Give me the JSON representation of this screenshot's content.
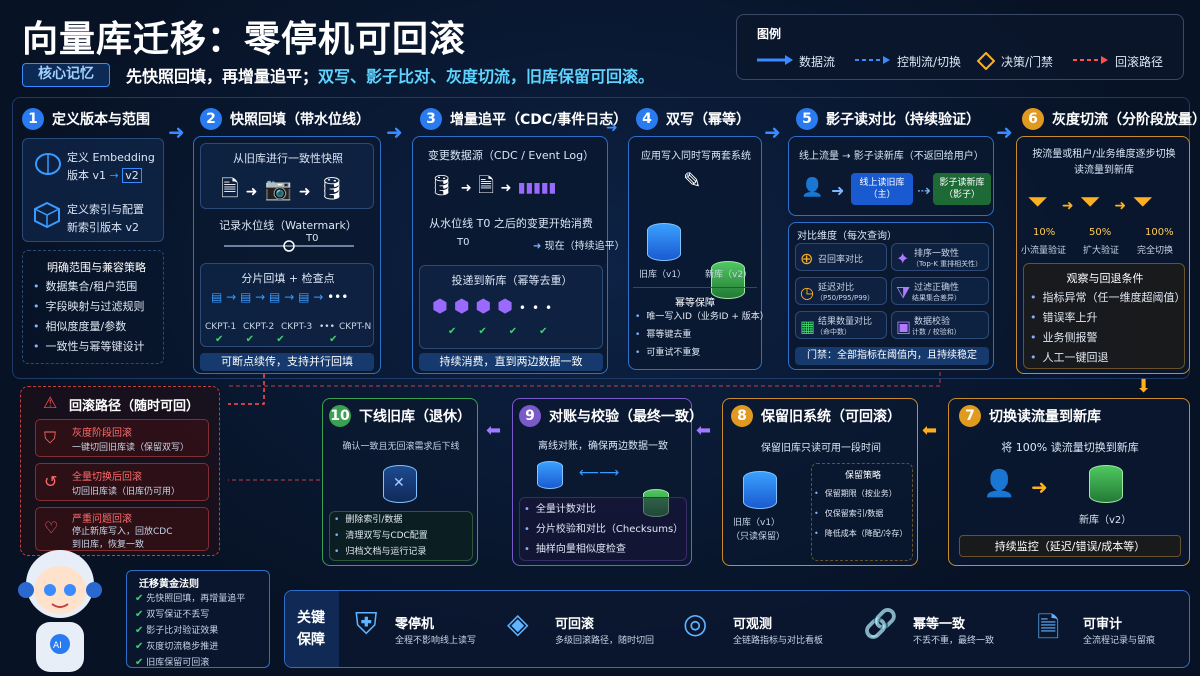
{
  "title": "向量库迁移：零停机可回滚",
  "memory": {
    "badge": "核心记忆",
    "text_a": "先快照回填，再增量追平；",
    "text_b": "双写、影子比对、灰度切流，旧库保留可回滚。"
  },
  "legend": {
    "title": "图例",
    "items": [
      "数据流",
      "控制流/切换",
      "决策/门禁",
      "回滚路径"
    ]
  },
  "step1": {
    "num": "1",
    "title": "定义版本与范围",
    "emb_a": "定义 Embedding",
    "emb_b": "版本 v1",
    "emb_c": "v2",
    "idx_a": "定义索引与配置",
    "idx_b": "新索引版本 v2",
    "scope_title": "明确范围与兼容策略",
    "scope": [
      "数据集合/租户范围",
      "字段映射与过滤规则",
      "相似度度量/参数",
      "一致性与幂等键设计"
    ]
  },
  "step2": {
    "num": "2",
    "title": "快照回填（带水位线）",
    "snap": "从旧库进行一致性快照",
    "wm": "记录水位线（Watermark）",
    "t0": "T0",
    "shard_title": "分片回填 + 检查点",
    "ckpts": [
      "CKPT-1",
      "CKPT-2",
      "CKPT-3",
      "CKPT-N"
    ],
    "dots": "•••",
    "footer": "可断点续传，支持并行回填"
  },
  "step3": {
    "num": "3",
    "title": "增量追平（CDC/事件日志）",
    "src": "变更数据源（CDC / Event Log）",
    "consume": "从水位线 T0 之后的变更开始消费",
    "t0": "T0",
    "now": "现在（持续追平）",
    "deliver": "投递到新库（幂等去重）",
    "footer": "持续消费，直到两边数据一致"
  },
  "step4": {
    "num": "4",
    "title": "双写（幂等）",
    "desc": "应用写入同时写两套系统",
    "old": "旧库（v1）",
    "new": "新库（v2）",
    "guard_title": "幂等保障",
    "guard": [
      "唯一写入ID（业务ID + 版本）",
      "幂等键去重",
      "可重试不重复"
    ]
  },
  "step5": {
    "num": "5",
    "title": "影子读对比（持续验证）",
    "flow": "线上流量 → 影子读新库（不返回给用户）",
    "main": "线上读旧库（主）",
    "shadow": "影子读新库（影子）",
    "dim_title": "对比维度（每次查询）",
    "dims": [
      {
        "a": "召回率对比",
        "b": ""
      },
      {
        "a": "排序一致性",
        "b": "（Top-K 重排相关性）"
      },
      {
        "a": "延迟对比",
        "b": "（P50/P95/P99）"
      },
      {
        "a": "过滤正确性",
        "b": "结果集合差异）"
      },
      {
        "a": "结果数量对比",
        "b": "（命中数）"
      },
      {
        "a": "数据校验",
        "b": "计数 / 校验和）"
      }
    ],
    "gate": "门禁：全部指标在阈值内，且持续稳定"
  },
  "step6": {
    "num": "6",
    "title": "灰度切流（分阶段放量）",
    "desc_a": "按流量或租户/业务维度逐步切换",
    "desc_b": "读流量到新库",
    "stages": [
      {
        "pct": "10%",
        "label": "小流量验证"
      },
      {
        "pct": "50%",
        "label": "扩大验证"
      },
      {
        "pct": "100%",
        "label": "完全切换"
      }
    ],
    "obs_title": "观察与回退条件",
    "obs": [
      "指标异常（任一维度超阈值）",
      "错误率上升",
      "业务侧报警",
      "人工一键回退"
    ]
  },
  "step7": {
    "num": "7",
    "title": "切换读流量到新库",
    "desc": "将 100% 读流量切换到新库",
    "new": "新库（v2）",
    "footer": "持续监控（延迟/错误/成本等）"
  },
  "step8": {
    "num": "8",
    "title": "保留旧系统（可回滚）",
    "desc": "保留旧库只读可用一段时间",
    "old_a": "旧库（v1）",
    "old_b": "（只读保留）",
    "policy_title": "保留策略",
    "policy": [
      "保留期限（按业务）",
      "仅保留索引/数据",
      "降低成本（降配/冷存）"
    ]
  },
  "step9": {
    "num": "9",
    "title": "对账与校验（最终一致）",
    "desc": "离线对账，确保两边数据一致",
    "items": [
      "全量计数对比",
      "分片校验和对比（Checksums）",
      "抽样向量相似度检查"
    ]
  },
  "step10": {
    "num": "10",
    "title": "下线旧库（退休）",
    "desc": "确认一致且无回滚需求后下线",
    "items": [
      "删除索引/数据",
      "清理双写与CDC配置",
      "归档文档与运行记录"
    ]
  },
  "rollback": {
    "title": "回滚路径（随时可回）",
    "items": [
      {
        "a": "灰度阶段回滚",
        "b": "一键切回旧库读（保留双写）"
      },
      {
        "a": "全量切换后回滚",
        "b": "切回旧库读（旧库仍可用）"
      },
      {
        "a": "严重问题回滚",
        "b": "停止新库写入，回放CDC",
        "c": "到旧库，恢复一致"
      }
    ]
  },
  "golden": {
    "title": "迁移黄金法则",
    "items": [
      "先快照回填，再增量追平",
      "双写保证不丢写",
      "影子比对验证效果",
      "灰度切流稳步推进",
      "旧库保留可回滚"
    ]
  },
  "guarantee": {
    "label_a": "关键",
    "label_b": "保障",
    "items": [
      {
        "a": "零停机",
        "b": "全程不影响线上读写"
      },
      {
        "a": "可回滚",
        "b": "多级回滚路径，随时切回"
      },
      {
        "a": "可观测",
        "b": "全链路指标与对比看板"
      },
      {
        "a": "幂等一致",
        "b": "不丢不重，最终一致"
      },
      {
        "a": "可审计",
        "b": "全流程记录与留痕"
      }
    ]
  }
}
